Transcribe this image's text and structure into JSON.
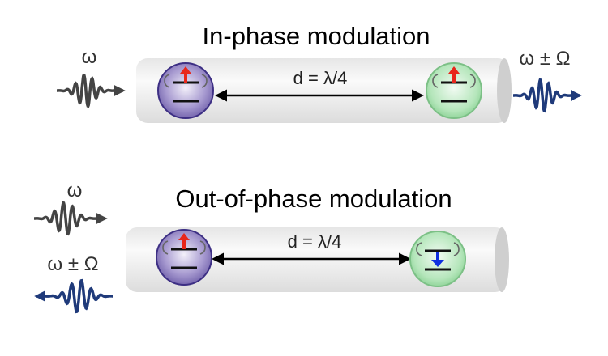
{
  "panels": [
    {
      "title": "In-phase modulation",
      "distance_label": "d = λ/4",
      "input_label": "ω",
      "output_label": "ω ± Ω",
      "left_atom_arrow": "up",
      "right_atom_arrow": "up"
    },
    {
      "title": "Out-of-phase modulation",
      "distance_label": "d = λ/4",
      "input_label": "ω",
      "output_label": "ω ± Ω",
      "left_atom_arrow": "up",
      "right_atom_arrow": "down"
    }
  ],
  "colors": {
    "input_wave": "#444444",
    "output_wave": "#1f3a7a",
    "atom_left": "#7a6bb0",
    "atom_right": "#9fd9a8",
    "arrow_up": "#e8261b",
    "arrow_down": "#1030e0"
  }
}
